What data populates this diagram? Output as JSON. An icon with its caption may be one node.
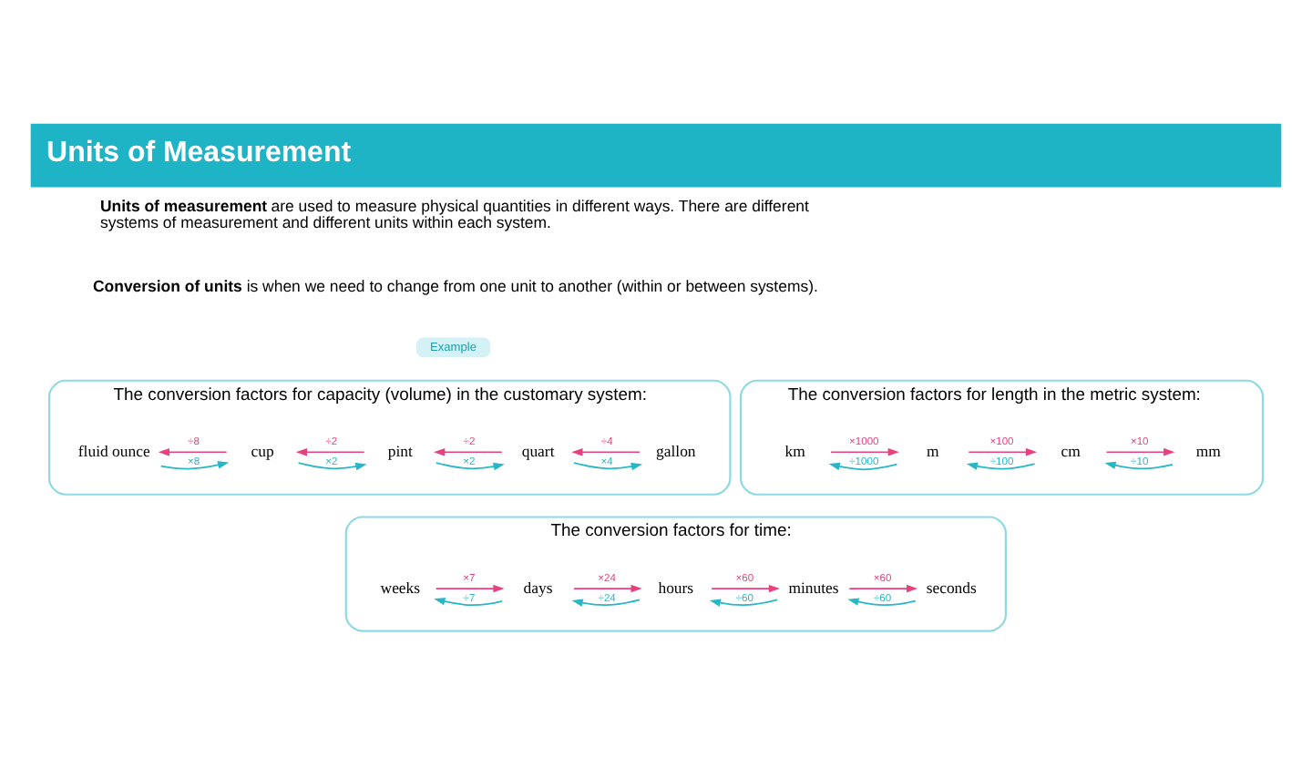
{
  "diagram": {
    "title": "Units of Measurement",
    "nodes": [
      {
        "text": [
          "The conversion factors for capacity (volume) in the customary system:"
        ]
      },
      {
        "text": [
          "fluid ounce"
        ],
        "in": 0
      },
      {
        "text": [
          "cup"
        ],
        "in": 0
      },
      {
        "text": [
          "pint"
        ],
        "in": 0
      },
      {
        "text": [
          "quart"
        ],
        "in": 0
      },
      {
        "text": [
          "gallon"
        ],
        "in": 0
      },
      {
        "text": [
          "The conversion factors for length in the metric system:"
        ]
      },
      {
        "text": [
          "km"
        ],
        "in": 6
      },
      {
        "text": [
          "m"
        ],
        "in": 6
      },
      {
        "text": [
          "cm"
        ],
        "in": 6
      },
      {
        "text": [
          "mm"
        ],
        "in": 6
      },
      {
        "text": [
          "The conversion factors for time:"
        ]
      },
      {
        "text": [
          "weeks"
        ],
        "in": 11
      },
      {
        "text": [
          "days"
        ],
        "in": 11
      },
      {
        "text": [
          "hours"
        ],
        "in": 11
      },
      {
        "text": [
          "minutes"
        ],
        "in": 11
      },
      {
        "text": [
          "seconds"
        ],
        "in": 11
      }
    ],
    "edges": [
      {
        "from": 2,
        "to": 1,
        "arrow": "to",
        "label": "÷8",
        "color": "#e8417f"
      },
      {
        "from": 3,
        "to": 2,
        "arrow": "to",
        "label": "÷2",
        "color": "#e8417f"
      },
      {
        "from": 4,
        "to": 3,
        "arrow": "to",
        "label": "÷2",
        "color": "#e8417f"
      },
      {
        "from": 5,
        "to": 4,
        "arrow": "to",
        "label": "÷4",
        "color": "#e8417f"
      },
      {
        "from": 1,
        "to": 2,
        "arrow": "to",
        "label": "×8",
        "color": "#27b7c6"
      },
      {
        "from": 2,
        "to": 3,
        "arrow": "to",
        "label": "×2",
        "color": "#27b7c6"
      },
      {
        "from": 3,
        "to": 4,
        "arrow": "to",
        "label": "×2",
        "color": "#27b7c6"
      },
      {
        "from": 4,
        "to": 5,
        "arrow": "to",
        "label": "×4",
        "color": "#27b7c6"
      },
      {
        "from": 7,
        "to": 8,
        "arrow": "to",
        "label": "×1000",
        "color": "#e8417f"
      },
      {
        "from": 8,
        "to": 9,
        "arrow": "to",
        "label": "×100",
        "color": "#e8417f"
      },
      {
        "from": 9,
        "to": 10,
        "arrow": "to",
        "label": "×10",
        "color": "#e8417f"
      },
      {
        "from": 8,
        "to": 7,
        "arrow": "to",
        "label": "÷1000",
        "color": "#27b7c6"
      },
      {
        "from": 9,
        "to": 8,
        "arrow": "to",
        "label": "÷100",
        "color": "#27b7c6"
      },
      {
        "from": 10,
        "to": 9,
        "arrow": "to",
        "label": "÷10",
        "color": "#27b7c6"
      },
      {
        "from": 12,
        "to": 13,
        "arrow": "to",
        "label": "×7",
        "color": "#e8417f"
      },
      {
        "from": 13,
        "to": 14,
        "arrow": "to",
        "label": "×24",
        "color": "#e8417f"
      },
      {
        "from": 14,
        "to": 15,
        "arrow": "to",
        "label": "×60",
        "color": "#e8417f"
      },
      {
        "from": 15,
        "to": 16,
        "arrow": "to",
        "label": "×60",
        "color": "#e8417f"
      },
      {
        "from": 13,
        "to": 12,
        "arrow": "to",
        "label": "÷7",
        "color": "#27b7c6"
      },
      {
        "from": 14,
        "to": 13,
        "arrow": "to",
        "label": "÷24",
        "color": "#27b7c6"
      },
      {
        "from": 15,
        "to": 14,
        "arrow": "to",
        "label": "÷60",
        "color": "#27b7c6"
      },
      {
        "from": 16,
        "to": 15,
        "arrow": "to",
        "label": "÷60",
        "color": "#27b7c6"
      }
    ],
    "labels": [
      "**Units of measurement** are used to measure physical quantities in different ways. There are different systems of measurement and different units within each system.",
      "**Conversion of units** is when we need to change from one unit to another (within or between systems).",
      "Example"
    ]
  }
}
